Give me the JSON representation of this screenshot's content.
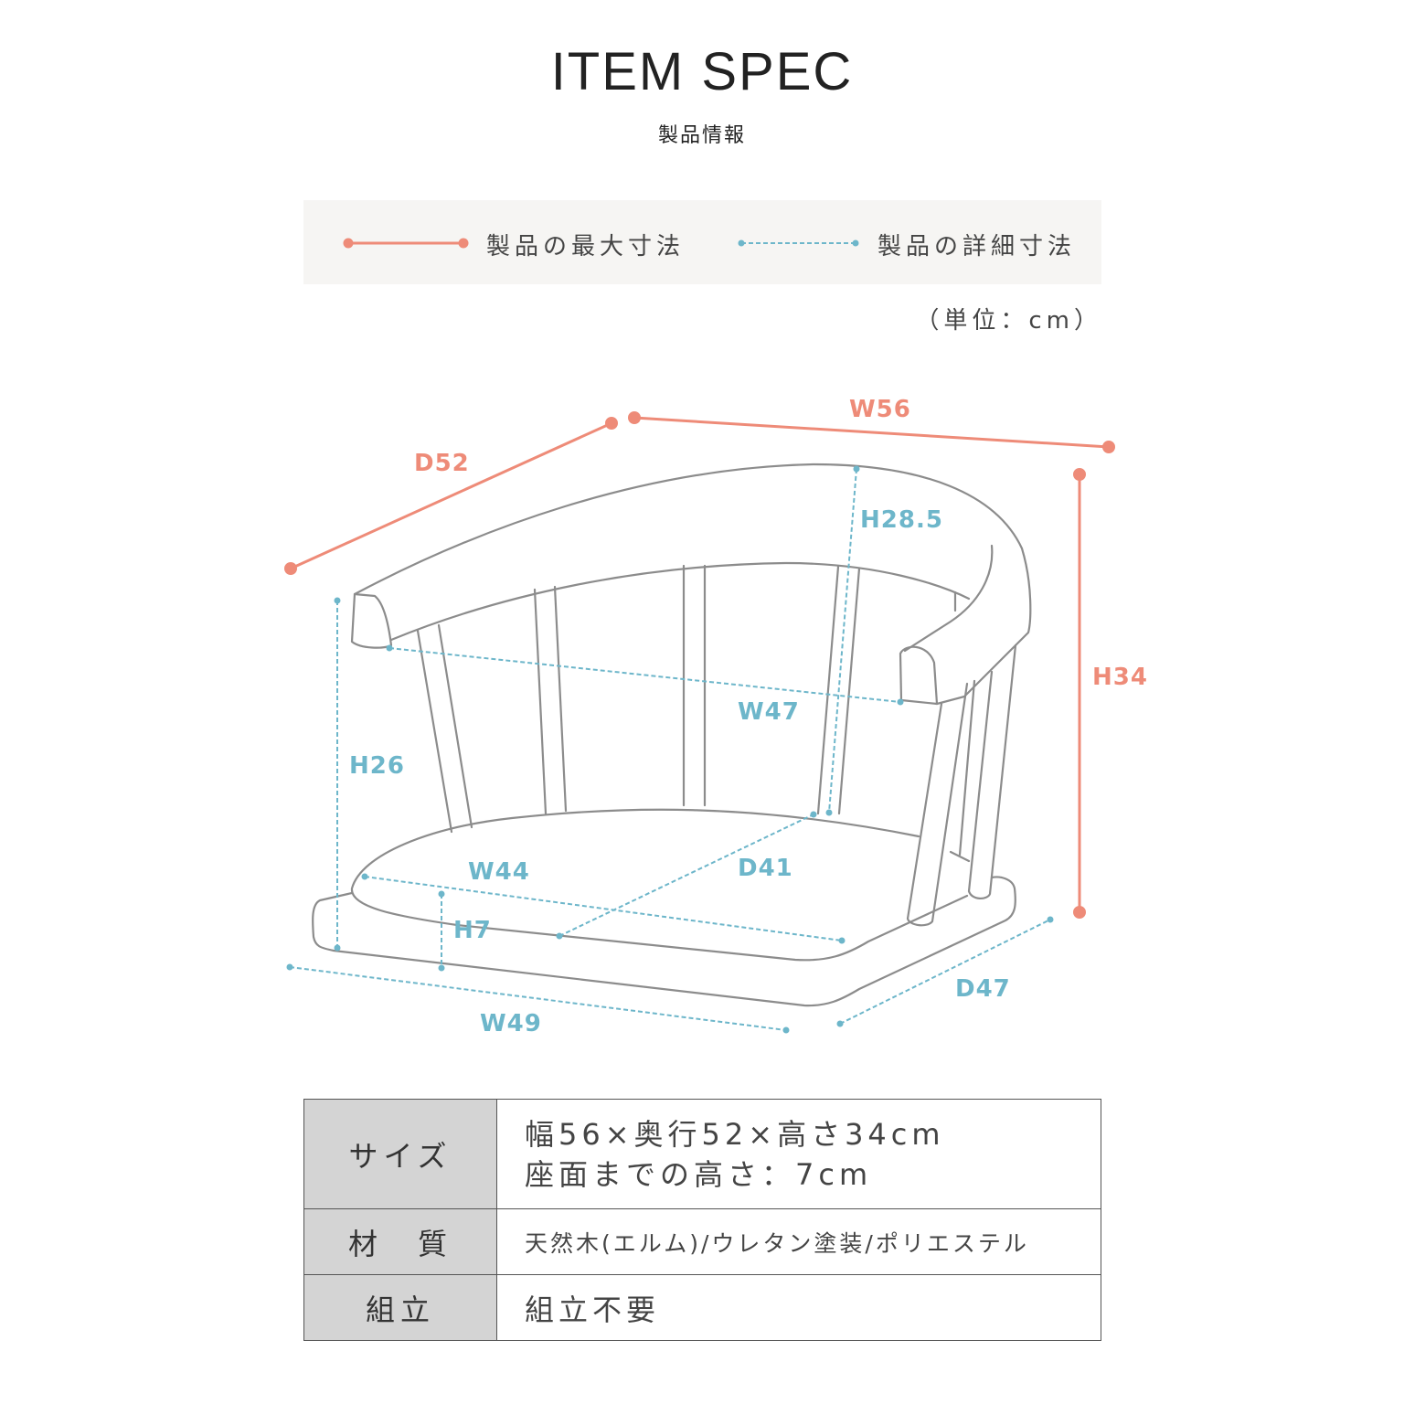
{
  "header": {
    "title": "ITEM SPEC",
    "subtitle": "製品情報"
  },
  "legend": {
    "max_label": "製品の最大寸法",
    "detail_label": "製品の詳細寸法",
    "unit": "（単位：cm）"
  },
  "colors": {
    "max": "#ee8b78",
    "detail": "#6db6ca",
    "outline": "#8c8c8c",
    "header_cell": "#d4d4d4"
  },
  "dimensions": {
    "max": {
      "width": "W56",
      "depth": "D52",
      "height": "H34"
    },
    "detail": {
      "back_height": "H28.5",
      "arm_width": "W47",
      "arm_height": "H26",
      "seat_width": "W44",
      "seat_depth": "D41",
      "seat_height": "H7",
      "base_width": "W49",
      "base_depth": "D47"
    }
  },
  "spec_table": {
    "rows": [
      {
        "label": "サイズ",
        "lines": [
          "幅56×奥行52×高さ34cm",
          "座面までの高さ：7cm"
        ]
      },
      {
        "label": "材　質",
        "lines": [
          "天然木(エルム)/ウレタン塗装/ポリエステル"
        ]
      },
      {
        "label": "組立",
        "lines": [
          "組立不要"
        ]
      }
    ]
  }
}
